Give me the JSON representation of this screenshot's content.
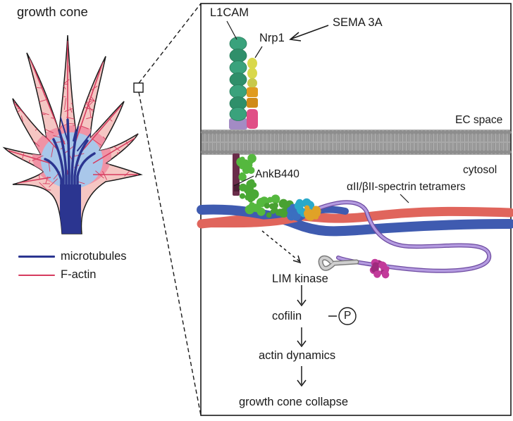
{
  "left_panel": {
    "title": "growth cone",
    "legend": [
      {
        "label": "microtubules",
        "color": "#2b3590"
      },
      {
        "label": "F-actin",
        "color": "#d63b5e"
      }
    ]
  },
  "right_panel": {
    "proteins": {
      "l1cam": "L1CAM",
      "sema3a": "SEMA 3A",
      "nrp1": "Nrp1",
      "ankb440": "AnkB440",
      "spectrin": "αII/βII-spectrin tetramers"
    },
    "regions": {
      "extracellular": "EC space",
      "cytosol": "cytosol"
    },
    "pathway": {
      "lim_kinase": "LIM kinase",
      "cofilin": "cofilin",
      "phospho": "P",
      "actin_dynamics": "actin dynamics",
      "collapse": "growth cone collapse"
    }
  },
  "colors": {
    "soma_fill": "#f5c6c3",
    "microtubule": "#2b3590",
    "factin": "#d63b5e",
    "central_domain": "#a9c7ea",
    "l1cam": "#3aa27c",
    "nrp1_yellow": "#d9d84a",
    "nrp1_orange": "#e09b1f",
    "nrp1_pink": "#e04f86",
    "membrane": "#8d8d8d",
    "ankb": "#55b83e",
    "spectrin_red": "#e0655c",
    "spectrin_blue": "#3f5bb0",
    "spectrin_tail": "#9b7fcf",
    "tip_magenta": "#c23a9a"
  }
}
